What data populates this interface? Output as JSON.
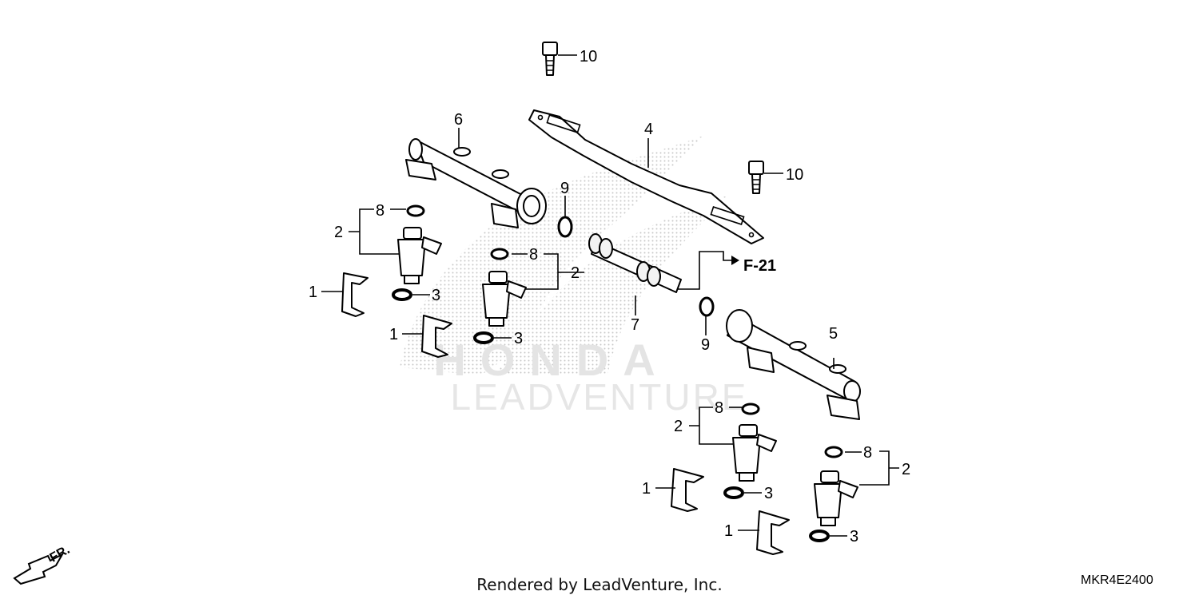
{
  "watermark": {
    "brand": "HONDA",
    "text": "LEADVENTURE"
  },
  "direction_marker": "FR.",
  "reference": "F-21",
  "footer": {
    "rendered_by": "Rendered by LeadVenture, Inc.",
    "diagram_code": "MKR4E2400"
  },
  "callouts": {
    "injector_clip": "1",
    "injector": "2",
    "seal_ring": "3",
    "mounting_stay": "4",
    "fuel_pipe_right": "5",
    "fuel_pipe_left": "6",
    "joint_pipe": "7",
    "o_ring_top": "8",
    "o_ring_joint": "9",
    "bolt": "10"
  }
}
